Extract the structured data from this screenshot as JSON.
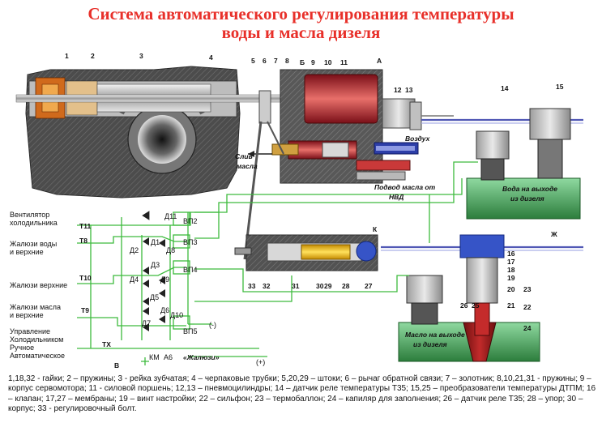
{
  "title": {
    "line1": "Система автоматического регулирования температуры",
    "line2": "воды и масла дизеля"
  },
  "letters": {
    "a": "А",
    "b": "Б",
    "k": "К",
    "zh": "Ж",
    "v": "В",
    "km": "КМ"
  },
  "numbers": [
    "1",
    "2",
    "3",
    "4",
    "5",
    "6",
    "7",
    "8",
    "9",
    "10",
    "11",
    "12",
    "13",
    "14",
    "15",
    "16",
    "17",
    "18",
    "19",
    "20",
    "21",
    "22",
    "23",
    "24",
    "25",
    "26",
    "27",
    "28",
    "29",
    "30",
    "31",
    "32",
    "33"
  ],
  "annotations": {
    "drain": "Слив\nмасла",
    "air": "Воздух",
    "oil_supply": "Подвод масла от\nНВД",
    "water_out": "Вода на выходе\nиз дизеля",
    "oil_out": "Масло на выходе\nиз дизеля"
  },
  "circuit": {
    "labels": [
      "Вентилятор\nхолодильника",
      "Жалюзи воды\nи верхние",
      "Жалюзи верхние",
      "Жалюзи масла\nи верхние",
      "Управление\nХолодильником\nРучное\nАвтоматическое"
    ],
    "switches": [
      "Т11",
      "Т8",
      "Т10",
      "Т9",
      "ТХ"
    ],
    "diodes": [
      "Д11",
      "Д1",
      "Д2",
      "Д8",
      "Д3",
      "Д4",
      "Д9",
      "Д5",
      "Д6",
      "Д10",
      "Д7"
    ],
    "valves": [
      "ВП2",
      "ВП3",
      "ВП4",
      "ВП5"
    ],
    "a6": "А6",
    "shutters": "«Жалюзи»",
    "minus": "(-)",
    "plus": "(+)"
  },
  "legend": "1,18,32 - гайки; 2 – пружины; 3 - рейка зубчатая; 4 – черпаковые трубки; 5,20,29 – штоки; 6 – рычаг обратной связи; 7 – золотник; 8,10,21,31 - пружины; 9 – корпус сервомотора; 11 - силовой поршень; 12,13 – пневмоцилиндры; 14 – датчик реле температуры Т35; 15,25 – преобразователи температуры ДТПМ; 16 – клапан; 17,27 – мембраны; 19 – винт настройки; 22 – сильфон; 23 – термобаллон; 24 – капиляр для заполнения; 26 – датчик реле Т35; 28 – упор; 30 – корпус; 33 - регулировочный болт.",
  "colors": {
    "title": "#e8302a",
    "wires": "#3dbb3d",
    "green_tank": "#2f8f3f",
    "oil_tank": "#8b1a1a",
    "servo_red": "#a8262e",
    "housing_gray": "#6d6d6d"
  }
}
